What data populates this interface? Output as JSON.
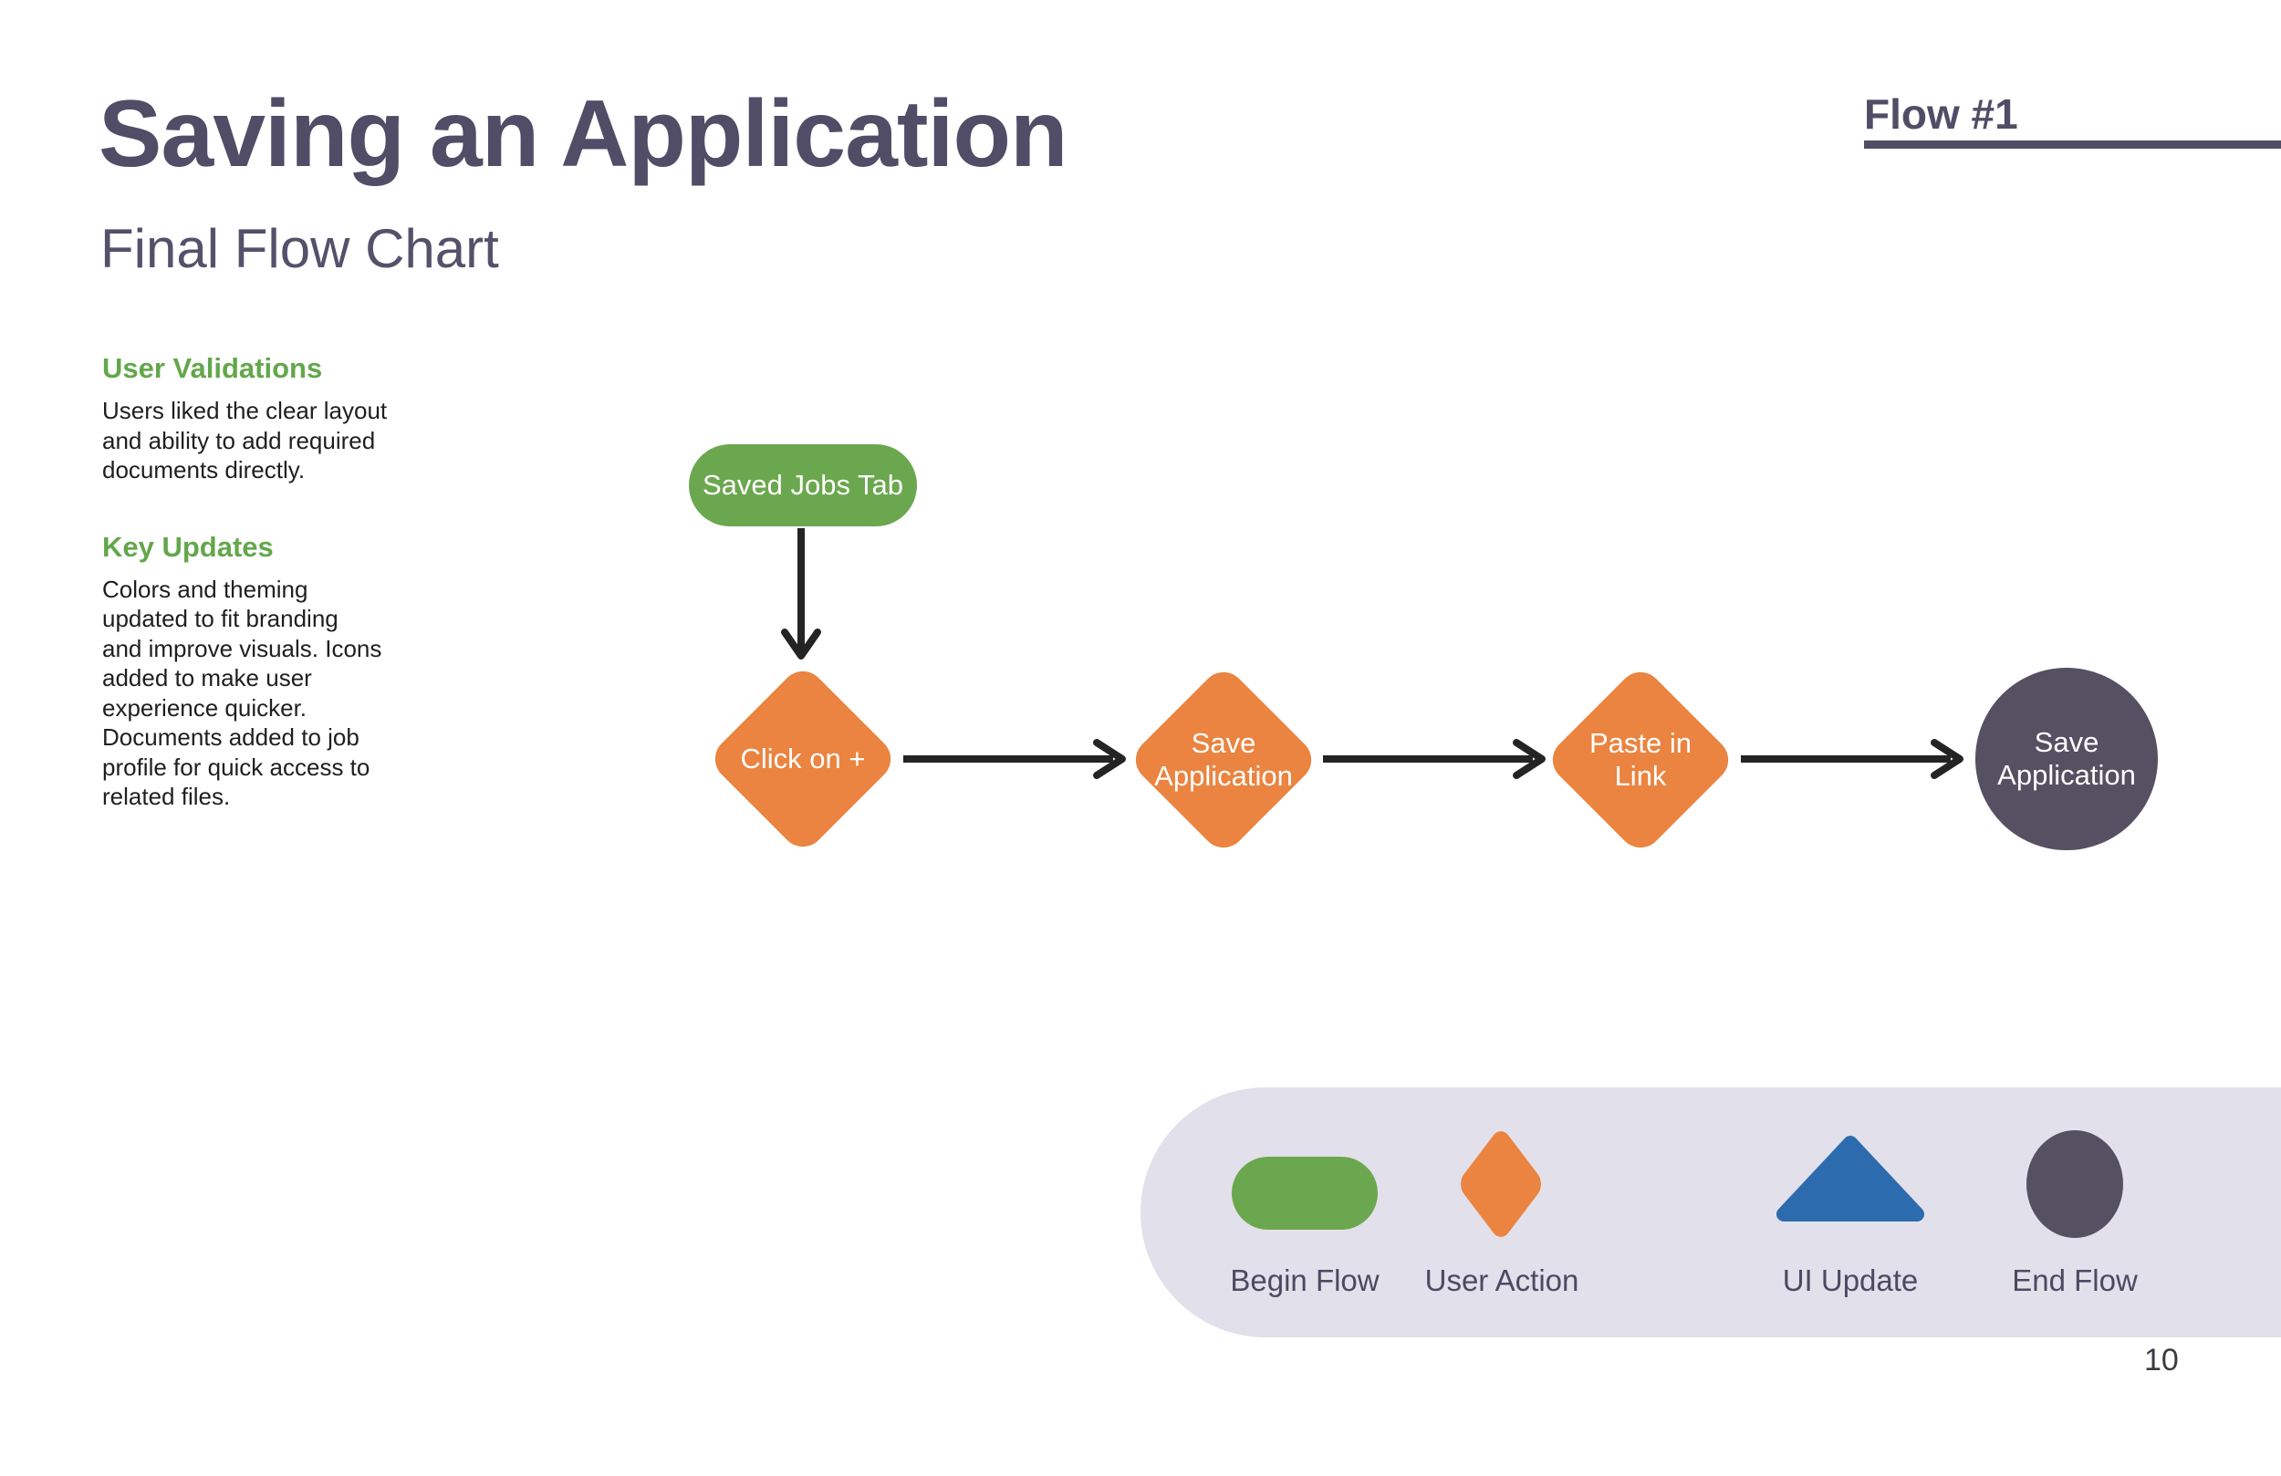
{
  "page": {
    "title": "Saving an Application",
    "subtitle": "Final Flow Chart",
    "flow_tag": "Flow #1",
    "page_number": "10"
  },
  "notes": [
    {
      "heading": "User Validations",
      "lines": [
        "Users liked the clear layout",
        "and ability to add required",
        "documents directly."
      ]
    },
    {
      "heading": "Key Updates",
      "lines": [
        "Colors and theming",
        "updated to fit branding",
        "and improve visuals. Icons",
        "added to make user",
        "experience quicker.",
        "Documents added to job",
        "profile for quick access to",
        "related files."
      ]
    }
  ],
  "flow": {
    "nodes": [
      {
        "type": "begin",
        "label": "Saved Jobs Tab"
      },
      {
        "type": "user-action",
        "label": "Click on +"
      },
      {
        "type": "user-action",
        "label": "Save Application"
      },
      {
        "type": "user-action",
        "label": "Paste in Link"
      },
      {
        "type": "end",
        "label": "Save Application"
      }
    ],
    "connections": [
      "Saved Jobs Tab -> Click on +",
      "Click on + -> Save Application",
      "Save Application -> Paste in Link",
      "Paste in Link -> Save Application (end)"
    ]
  },
  "legend": {
    "items": [
      {
        "shape": "pill",
        "label": "Begin Flow",
        "color": "#6BA74E"
      },
      {
        "shape": "diamond",
        "label": "User Action",
        "color": "#EA8440"
      },
      {
        "shape": "triangle",
        "label": "UI Update",
        "color": "#2C6BAE"
      },
      {
        "shape": "circle",
        "label": "End Flow",
        "color": "#555062"
      }
    ]
  },
  "colors": {
    "green": "#6BA74E",
    "orange": "#EA8440",
    "blue": "#2C6BAE",
    "dark_slate": "#555062",
    "title_text": "#514D67",
    "heading_green": "#63A74B",
    "legend_background": "#E2E0EA",
    "arrow": "#242424"
  }
}
